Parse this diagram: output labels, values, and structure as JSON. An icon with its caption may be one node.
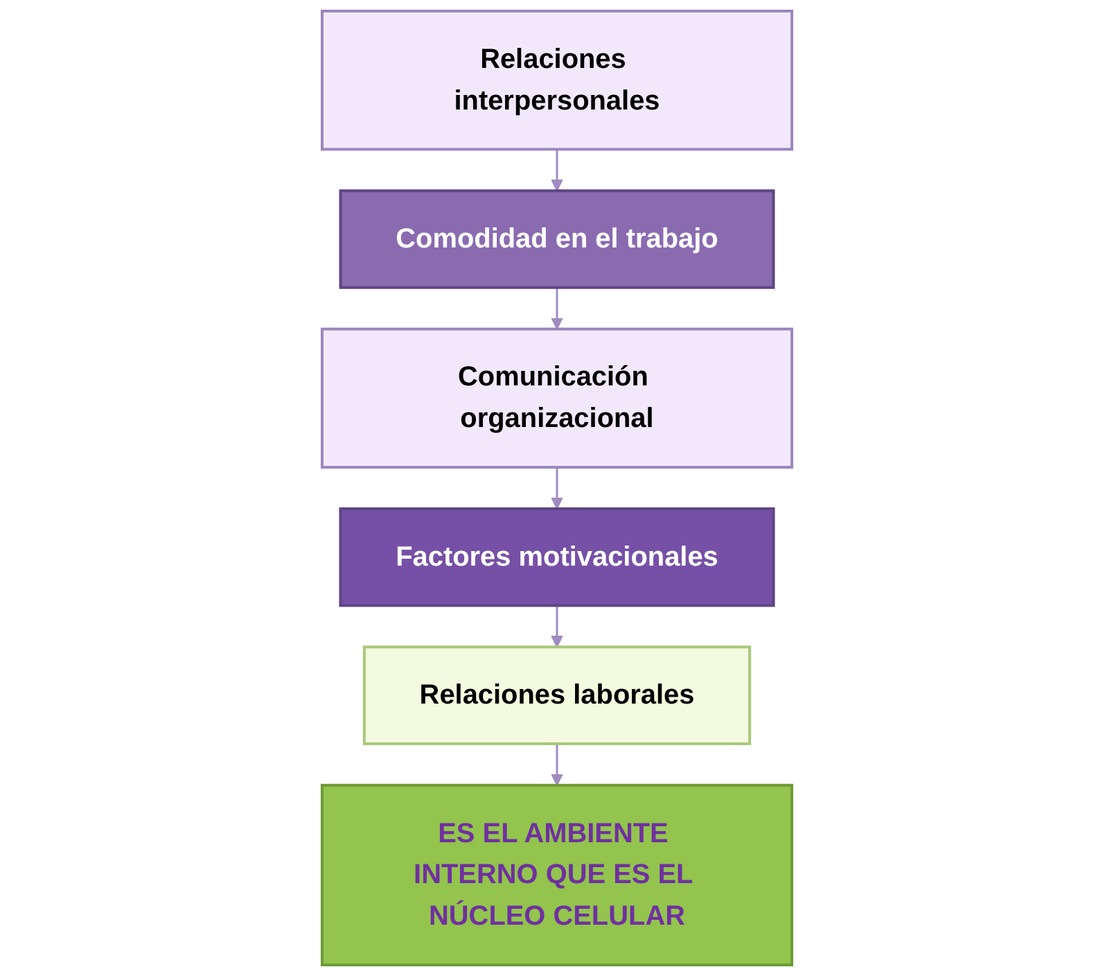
{
  "diagram": {
    "nodes": [
      {
        "text": [
          "Relaciones interpersonales"
        ]
      },
      {
        "text": [
          "Comodidad en el trabajo"
        ]
      },
      {
        "text": [
          "Comunicación organizacional"
        ]
      },
      {
        "text": [
          "Factores motivacionales"
        ]
      },
      {
        "text": [
          "Relaciones laborales"
        ]
      },
      {
        "text": [
          "ES EL AMBIENTE INTERNO QUE ES EL NÚCLEO CELULAR"
        ]
      }
    ],
    "edges": [
      {
        "from": 0,
        "to": 1,
        "arrow": "to"
      },
      {
        "from": 1,
        "to": 2,
        "arrow": "to"
      },
      {
        "from": 2,
        "to": 3,
        "arrow": "to"
      },
      {
        "from": 3,
        "to": 4,
        "arrow": "to"
      },
      {
        "from": 4,
        "to": 5,
        "arrow": "to"
      }
    ]
  }
}
